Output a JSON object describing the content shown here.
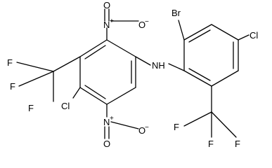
{
  "labels": {
    "nitro_top_n": "N",
    "nitro_top_plus": "+",
    "nitro_top_o_single": "O",
    "nitro_top_o_minus": "−",
    "nitro_top_o_double": "O",
    "nitro_bottom_n": "N",
    "nitro_bottom_plus": "+",
    "nitro_bottom_o_single": "O",
    "nitro_bottom_o_minus": "−",
    "nitro_bottom_o_double": "O",
    "amine": "NH",
    "bromo": "Br",
    "chloro_right": "Cl",
    "chloro_left": "Cl",
    "cf3_left_f_top": "F",
    "cf3_left_f_mid": "F",
    "cf3_left_f_bottom": "F",
    "cf3_right_f_left": "F",
    "cf3_right_f_mid": "F",
    "cf3_right_f_right": "F"
  }
}
